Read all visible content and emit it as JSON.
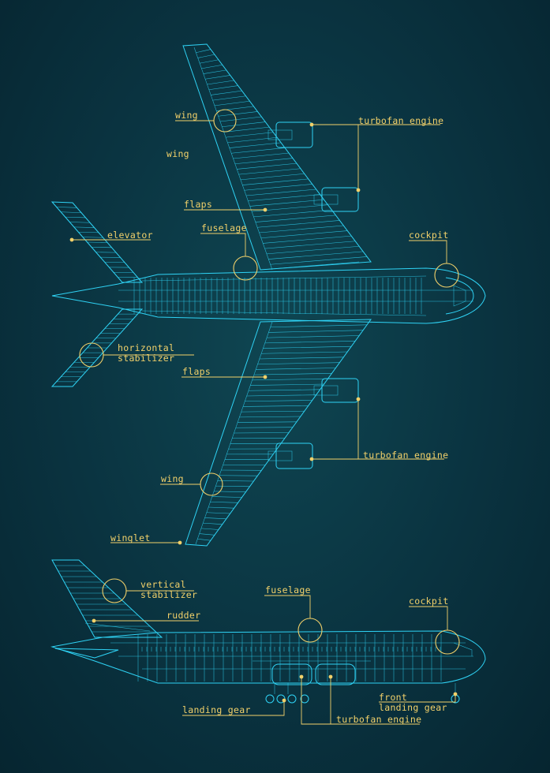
{
  "labels": {
    "top_wing_upper": "wing",
    "top_wing_extra": "wing",
    "top_engine_upper": "turbofan engine",
    "top_flaps_upper": "flaps",
    "top_fuselage": "fuselage",
    "top_elevator": "elevator",
    "top_cockpit": "cockpit",
    "top_hstab_line1": "horizontal",
    "top_hstab_line2": "stabilizer",
    "top_flaps_lower": "flaps",
    "top_engine_lower": "turbofan engine",
    "top_wing_lower": "wing",
    "top_winglet": "winglet",
    "side_vstab_line1": "vertical",
    "side_vstab_line2": "stabilizer",
    "side_rudder": "rudder",
    "side_fuselage": "fuselage",
    "side_cockpit": "cockpit",
    "side_front_gear_line1": "front",
    "side_front_gear_line2": "landing gear",
    "side_landing_gear": "landing gear",
    "side_engine": "turbofan engine"
  },
  "colors": {
    "background": "#0a3340",
    "drawing": "#2fd3f5",
    "annotation": "#f2d16a"
  }
}
